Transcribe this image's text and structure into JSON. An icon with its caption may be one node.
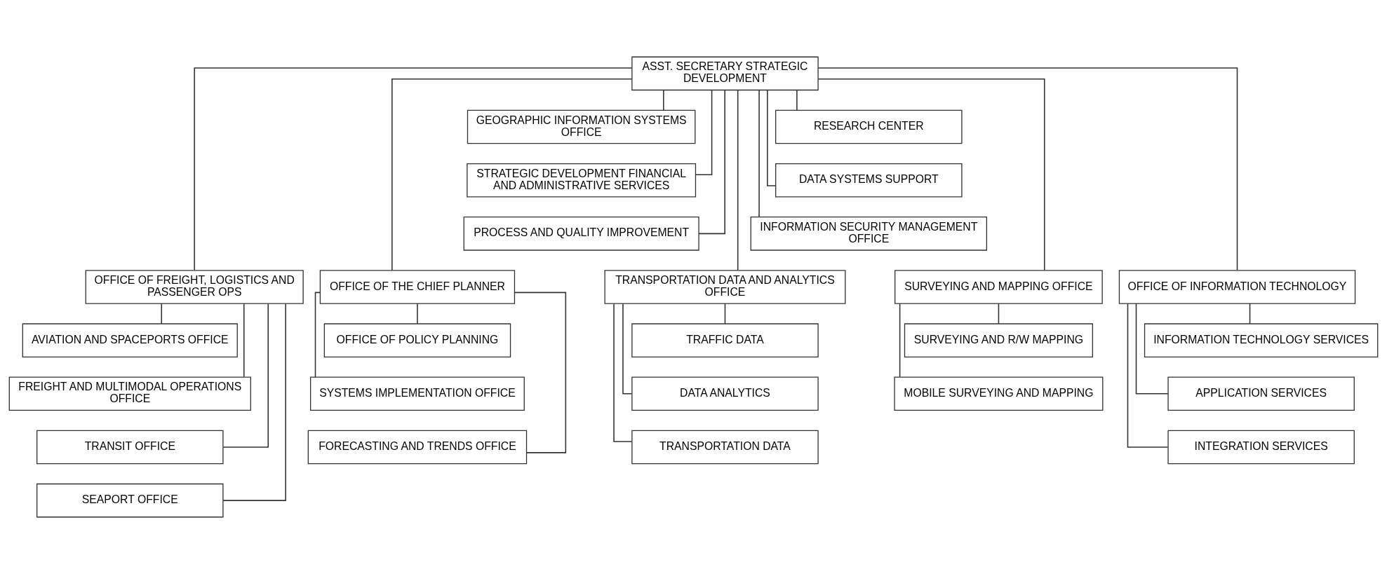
{
  "diagram": {
    "nodes": [
      {
        "text": [
          "ASST. SECRETARY STRATEGIC DEVELOPMENT"
        ]
      },
      {
        "text": [
          "RESEARCH CENTER"
        ]
      },
      {
        "text": [
          "GEOGRAPHIC INFORMATION SYSTEMS OFFICE"
        ]
      },
      {
        "text": [
          "DATA SYSTEMS SUPPORT"
        ]
      },
      {
        "text": [
          "STRATEGIC DEVELOPMENT FINANCIAL AND ADMINISTRATIVE SERVICES"
        ]
      },
      {
        "text": [
          "INFORMATION SECURITY MANAGEMENT OFFICE"
        ]
      },
      {
        "text": [
          "PROCESS AND QUALITY IMPROVEMENT"
        ]
      },
      {
        "text": [
          "OFFICE OF FREIGHT, LOGISTICS AND PASSENGER OPS"
        ]
      },
      {
        "text": [
          "OFFICE OF THE CHIEF PLANNER"
        ]
      },
      {
        "text": [
          "TRANSPORTATION DATA AND ANALYTICS OFFICE"
        ]
      },
      {
        "text": [
          "SURVEYING AND MAPPING OFFICE"
        ]
      },
      {
        "text": [
          "OFFICE OF INFORMATION TECHNOLOGY"
        ]
      },
      {
        "text": [
          "AVIATION AND SPACEPORTS OFFICE"
        ]
      },
      {
        "text": [
          "FREIGHT AND MULTIMODAL OPERATIONS OFFICE"
        ]
      },
      {
        "text": [
          "TRANSIT OFFICE"
        ]
      },
      {
        "text": [
          "SEAPORT OFFICE"
        ]
      },
      {
        "text": [
          "OFFICE OF POLICY PLANNING"
        ]
      },
      {
        "text": [
          "SYSTEMS IMPLEMENTATION OFFICE"
        ]
      },
      {
        "text": [
          "FORECASTING AND TRENDS OFFICE"
        ]
      },
      {
        "text": [
          "TRAFFIC DATA"
        ]
      },
      {
        "text": [
          "DATA ANALYTICS"
        ]
      },
      {
        "text": [
          "TRANSPORTATION DATA"
        ]
      },
      {
        "text": [
          "SURVEYING AND R/W MAPPING"
        ]
      },
      {
        "text": [
          "MOBILE SURVEYING AND MAPPING"
        ]
      },
      {
        "text": [
          "INFORMATION TECHNOLOGY SERVICES"
        ]
      },
      {
        "text": [
          "APPLICATION SERVICES"
        ]
      },
      {
        "text": [
          "INTEGRATION SERVICES"
        ]
      }
    ],
    "edges": [
      {
        "from": 0,
        "to": 1,
        "arrow": "none"
      },
      {
        "from": 0,
        "to": 2,
        "arrow": "none"
      },
      {
        "from": 0,
        "to": 3,
        "arrow": "none"
      },
      {
        "from": 0,
        "to": 4,
        "arrow": "none"
      },
      {
        "from": 0,
        "to": 5,
        "arrow": "none"
      },
      {
        "from": 0,
        "to": 6,
        "arrow": "none"
      },
      {
        "from": 0,
        "to": 7,
        "arrow": "none"
      },
      {
        "from": 0,
        "to": 8,
        "arrow": "none"
      },
      {
        "from": 0,
        "to": 9,
        "arrow": "none"
      },
      {
        "from": 0,
        "to": 10,
        "arrow": "none"
      },
      {
        "from": 0,
        "to": 11,
        "arrow": "none"
      },
      {
        "from": 7,
        "to": 12,
        "arrow": "none"
      },
      {
        "from": 7,
        "to": 13,
        "arrow": "none"
      },
      {
        "from": 7,
        "to": 14,
        "arrow": "none"
      },
      {
        "from": 7,
        "to": 15,
        "arrow": "none"
      },
      {
        "from": 8,
        "to": 16,
        "arrow": "none"
      },
      {
        "from": 8,
        "to": 17,
        "arrow": "none"
      },
      {
        "from": 8,
        "to": 18,
        "arrow": "none"
      },
      {
        "from": 9,
        "to": 19,
        "arrow": "none"
      },
      {
        "from": 9,
        "to": 20,
        "arrow": "none"
      },
      {
        "from": 9,
        "to": 21,
        "arrow": "none"
      },
      {
        "from": 10,
        "to": 22,
        "arrow": "none"
      },
      {
        "from": 10,
        "to": 23,
        "arrow": "none"
      },
      {
        "from": 11,
        "to": 24,
        "arrow": "none"
      },
      {
        "from": 11,
        "to": 25,
        "arrow": "none"
      },
      {
        "from": 11,
        "to": 26,
        "arrow": "none"
      }
    ]
  }
}
